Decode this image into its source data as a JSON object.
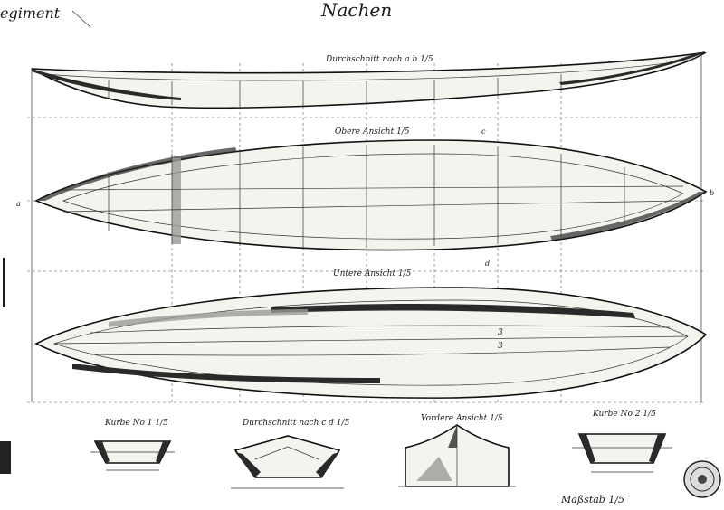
{
  "sheet": {
    "title": "Nachen",
    "corner_text": "egiment",
    "scale_note": "Maßstab 1/5"
  },
  "views": {
    "longitudinal_section": "Durchschnitt nach a b 1/5",
    "top_view": "Obere Ansicht 1/5",
    "bottom_view": "Untere Ansicht 1/5",
    "frame_1": "Kurbe No 1 1/5",
    "cross_section": "Durchschnitt nach c d 1/5",
    "front_view": "Vordere Ansicht 1/5",
    "frame_2": "Kurbe No 2 1/5"
  },
  "markers": {
    "a": "a",
    "b": "b",
    "c": "c",
    "d": "d",
    "num3a": "3",
    "num3b": "3"
  },
  "stamp": {
    "icon": "seal-stamp-icon"
  },
  "colors": {
    "ink": "#1a1a1a",
    "paper": "#ffffff",
    "hull": "#f4f3ee"
  }
}
